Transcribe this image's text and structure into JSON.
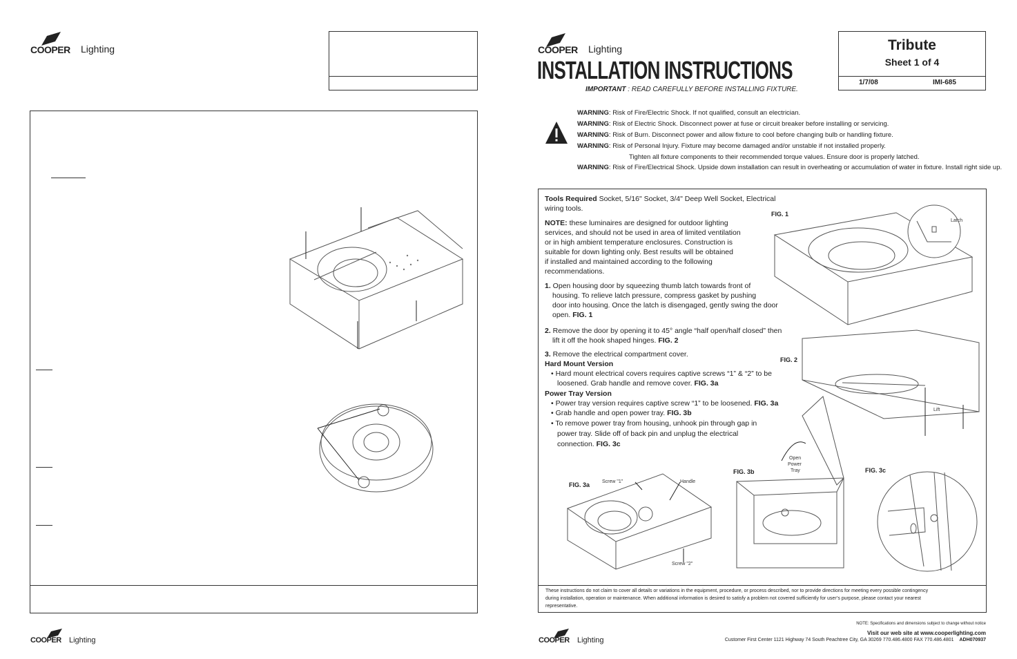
{
  "brand": {
    "cooper": "COOPER",
    "lighting": "Lighting"
  },
  "header": {
    "title": "INSTALLATION INSTRUCTIONS",
    "important_prefix": "IMPORTANT",
    "important_text": " : READ CAREFULLY BEFORE INSTALLING FIXTURE.",
    "product": "Tribute",
    "sheet": "Sheet 1 of 4",
    "date": "1/7/08",
    "doc_number": "IMI-685"
  },
  "warnings": {
    "label": "WARNING",
    "items": [
      ": Risk of Fire/Electric Shock. If not qualified, consult an electrician.",
      ": Risk of Electric Shock. Disconnect power at fuse or circuit breaker before installing or servicing.",
      ": Risk of Burn. Disconnect power and allow fixture to cool before changing bulb or handling fixture.",
      ": Risk of Personal Injury. Fixture may become damaged and/or unstable if not installed properly."
    ],
    "continuation": "Tighten all fixture components to their recommended torque values. Ensure door is properly latched.",
    "last": ": Risk of Fire/Electrical Shock. Upside down installation can result in overheating or accumulation of water in fixture. Install right side up."
  },
  "body": {
    "tools_label": "Tools Required",
    "tools_text_1": " Socket, 5/16\" Socket, 3/4\" Deep Well Socket, Electrical",
    "tools_text_2": "wiring tools.",
    "note_label": "NOTE:",
    "note_lines": [
      " these luminaires are designed for outdoor lighting",
      "services, and should not be used in area of limited ventilation",
      "or in high ambient temperature enclosures. Construction is",
      "suitable for down lighting only. Best results will be obtained",
      "if installed and maintained according to the following",
      "recommendations."
    ],
    "step1_num": "1.",
    "step1_lines": [
      " Open housing door by squeezing thumb latch towards front of",
      "housing. To relieve latch pressure, compress gasket by pushing",
      "door into housing. Once the latch is disengaged, gently swing the door",
      "open. "
    ],
    "step1_fig": "FIG. 1",
    "step2_num": "2.",
    "step2_line1": " Remove the door by opening it to 45° angle “half open/half closed” then",
    "step2_line2": "lift it off the hook shaped hinges. ",
    "step2_fig": "FIG. 2",
    "step3_num": "3.",
    "step3_text": " Remove the electrical compartment cover.",
    "hard_mount_title": "Hard Mount Version",
    "hard_mount_line1": "• Hard mount electrical covers requires captive screws “1” & “2” to be",
    "hard_mount_line2": "loosened. Grab handle and remove cover. ",
    "hard_mount_fig": "FIG. 3a",
    "power_tray_title": "Power Tray Version",
    "power_tray_line1": "• Power tray version requires captive screw “1” to be loosened. ",
    "power_tray_fig1": "FIG. 3a",
    "power_tray_line2": "• Grab handle and open power tray. ",
    "power_tray_fig2": "FIG. 3b",
    "power_tray_line3": "• To remove power tray from housing, unhook pin through gap in",
    "power_tray_line4": "power tray. Slide off of back pin and unplug the electrical",
    "power_tray_line5": "connection. ",
    "power_tray_fig3": "FIG. 3c"
  },
  "figures": {
    "fig1": "FIG. 1",
    "fig1_latch": "Latch",
    "fig2": "FIG. 2",
    "fig2_lift": "Lift",
    "fig3a": "FIG. 3a",
    "fig3a_screw1": "Screw \"1\"",
    "fig3a_handle": "Handle",
    "fig3a_screw2": "Screw \"2\"",
    "fig3b": "FIG. 3b",
    "fig3b_open_1": "Open",
    "fig3b_open_2": "Power",
    "fig3b_open_3": "Tray",
    "fig3c": "FIG. 3c"
  },
  "disclaimer": [
    "These instructions do not claim to cover all details or variations in the equipment, procedure, or process described, nor to provide directions for meeting every possible contingency",
    "during installation, operation or maintenance. When additional information is desired to satisfy a problem not covered sufficiently for user’s purpose, please contact your nearest",
    "representative."
  ],
  "footer": {
    "spec_note": "NOTE: Specifications and dimensions subject to change without notice",
    "website": "Visit our web site at www.cooperlighting.com",
    "address": "Customer First Center  1121 Highway 74 South  Peachtree City, GA  30269  770.486.4800  FAX  770.486.4801",
    "code": "ADH070937"
  }
}
